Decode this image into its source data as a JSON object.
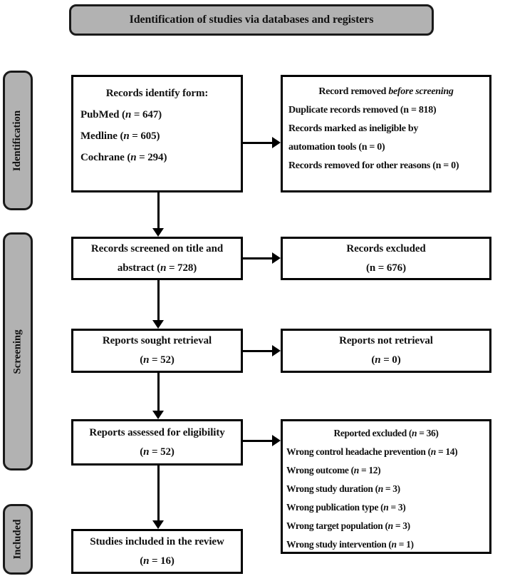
{
  "colors": {
    "panel_fill": "#b2b2b2",
    "panel_border": "#1a1a1a",
    "box_border": "#000000",
    "arrow": "#000000",
    "background": "#ffffff"
  },
  "banner": {
    "title": "Identification of studies via databases and registers"
  },
  "sidebar": {
    "stages": [
      {
        "label": "Identification"
      },
      {
        "label": "Screening"
      },
      {
        "label": "Included"
      }
    ]
  },
  "boxes": {
    "records_identified": {
      "heading": [
        {
          "t": "Records identify form:"
        }
      ],
      "lines": [
        [
          {
            "t": "PubMed ("
          },
          {
            "t": "n",
            "i": true
          },
          {
            "t": " = 647)"
          }
        ],
        [
          {
            "t": "Medline ("
          },
          {
            "t": "n",
            "i": true
          },
          {
            "t": " = 605)"
          }
        ],
        [
          {
            "t": "Cochrane ("
          },
          {
            "t": "n",
            "i": true
          },
          {
            "t": " = 294)"
          }
        ]
      ]
    },
    "records_removed": {
      "heading": [
        {
          "t": "Record removed "
        },
        {
          "t": "before screening",
          "i": true
        }
      ],
      "lines": [
        [
          {
            "t": "Duplicate records removed (n = 818)"
          }
        ],
        [
          {
            "t": "Records marked as ineligible by"
          }
        ],
        [
          {
            "t": "automation tools (n = 0)"
          }
        ],
        [
          {
            "t": "Records removed for other reasons (n = 0)"
          }
        ]
      ]
    },
    "records_screened": {
      "lines": [
        [
          {
            "t": "Records screened on title and"
          }
        ],
        [
          {
            "t": "abstract ("
          },
          {
            "t": "n",
            "i": true
          },
          {
            "t": " = 728)"
          }
        ]
      ]
    },
    "records_excluded": {
      "lines": [
        [
          {
            "t": "Records excluded"
          }
        ],
        [
          {
            "t": "(n = 676)"
          }
        ]
      ]
    },
    "reports_sought": {
      "lines": [
        [
          {
            "t": "Reports sought retrieval"
          }
        ],
        [
          {
            "t": "("
          },
          {
            "t": "n",
            "i": true
          },
          {
            "t": " = 52)"
          }
        ]
      ]
    },
    "reports_not_retrieved": {
      "lines": [
        [
          {
            "t": "Reports not retrieval"
          }
        ],
        [
          {
            "t": "("
          },
          {
            "t": "n",
            "i": true
          },
          {
            "t": " = 0)"
          }
        ]
      ]
    },
    "reports_assessed": {
      "lines": [
        [
          {
            "t": "Reports assessed for eligibility"
          }
        ],
        [
          {
            "t": "("
          },
          {
            "t": "n",
            "i": true
          },
          {
            "t": " = 52)"
          }
        ]
      ]
    },
    "reports_excluded": {
      "heading": [
        {
          "t": "Reported excluded ("
        },
        {
          "t": "n",
          "i": true
        },
        {
          "t": " = 36)"
        }
      ],
      "lines": [
        [
          {
            "t": "Wrong control headache prevention ("
          },
          {
            "t": "n",
            "i": true
          },
          {
            "t": " = 14)"
          }
        ],
        [
          {
            "t": "Wrong outcome ("
          },
          {
            "t": "n",
            "i": true
          },
          {
            "t": " = 12)"
          }
        ],
        [
          {
            "t": "Wrong study duration ("
          },
          {
            "t": "n",
            "i": true
          },
          {
            "t": " = 3)"
          }
        ],
        [
          {
            "t": "Wrong publication type ("
          },
          {
            "t": "n",
            "i": true
          },
          {
            "t": " = 3)"
          }
        ],
        [
          {
            "t": "Wrong target population ("
          },
          {
            "t": "n",
            "i": true
          },
          {
            "t": " = 3)"
          }
        ],
        [
          {
            "t": "Wrong study intervention ("
          },
          {
            "t": "n",
            "i": true
          },
          {
            "t": " = 1)"
          }
        ]
      ]
    },
    "studies_included": {
      "lines": [
        [
          {
            "t": "Studies included in the review"
          }
        ],
        [
          {
            "t": "("
          },
          {
            "t": "n",
            "i": true
          },
          {
            "t": " = 16)"
          }
        ]
      ]
    }
  }
}
